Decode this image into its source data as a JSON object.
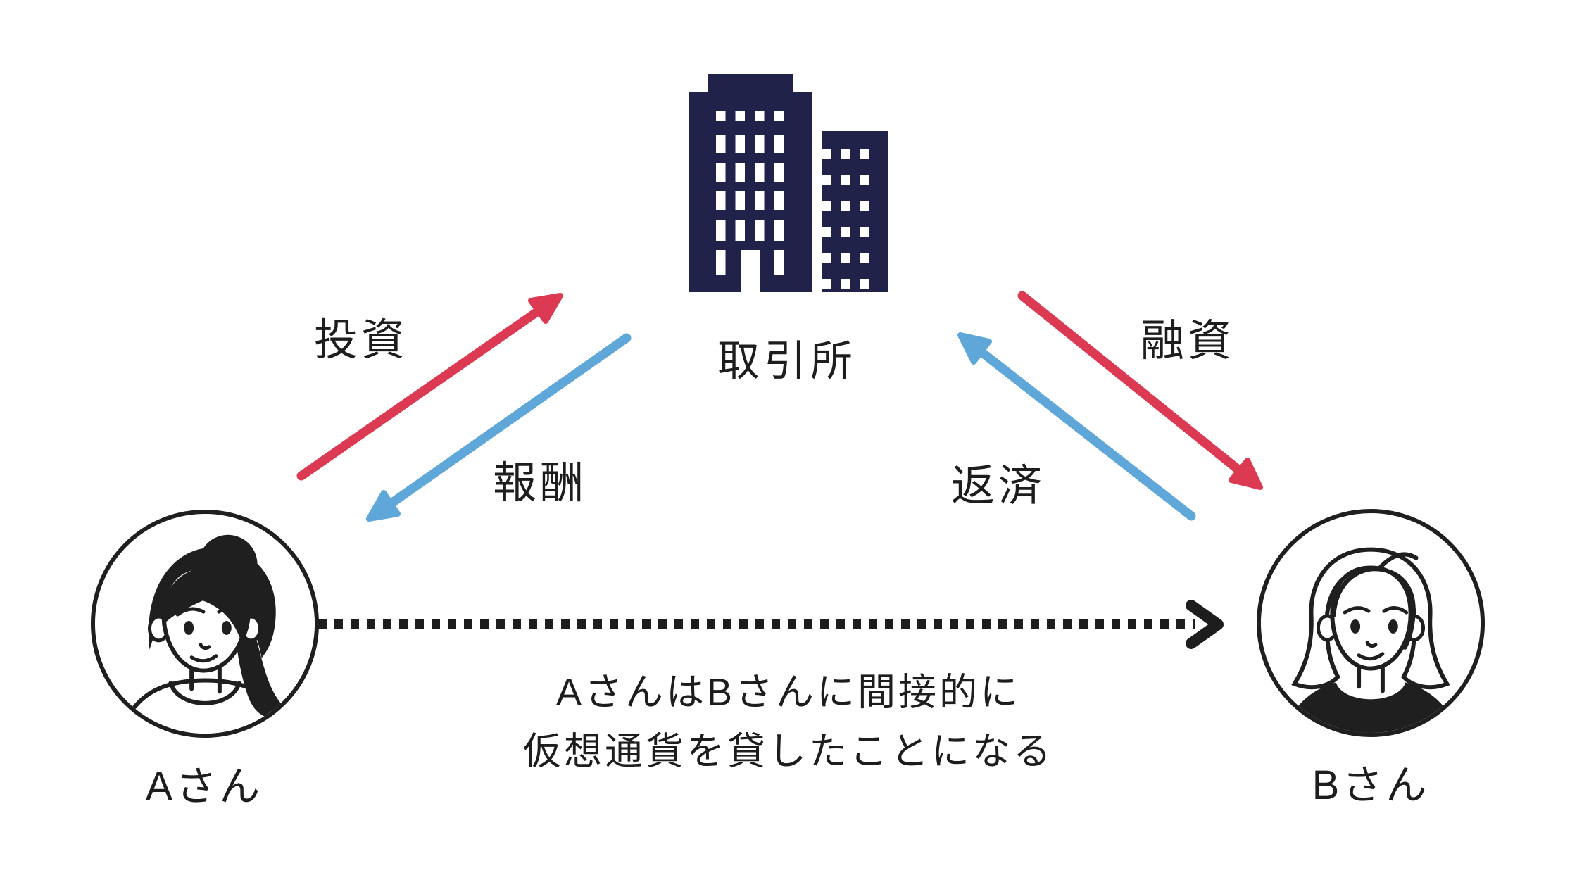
{
  "colors": {
    "navy": "#20224a",
    "red": "#dc3a52",
    "blue": "#5fa7d8",
    "ink": "#1d1d1d",
    "white": "#ffffff"
  },
  "exchange": {
    "label": "取引所"
  },
  "persons": {
    "a": {
      "label": "Aさん"
    },
    "b": {
      "label": "Bさん"
    }
  },
  "flows": {
    "invest": {
      "label": "投資"
    },
    "reward": {
      "label": "報酬"
    },
    "loan": {
      "label": "融資"
    },
    "repay": {
      "label": "返済"
    }
  },
  "caption": {
    "line1": "AさんはBさんに間接的に",
    "line2": "仮想通貨を貸したことになる"
  }
}
